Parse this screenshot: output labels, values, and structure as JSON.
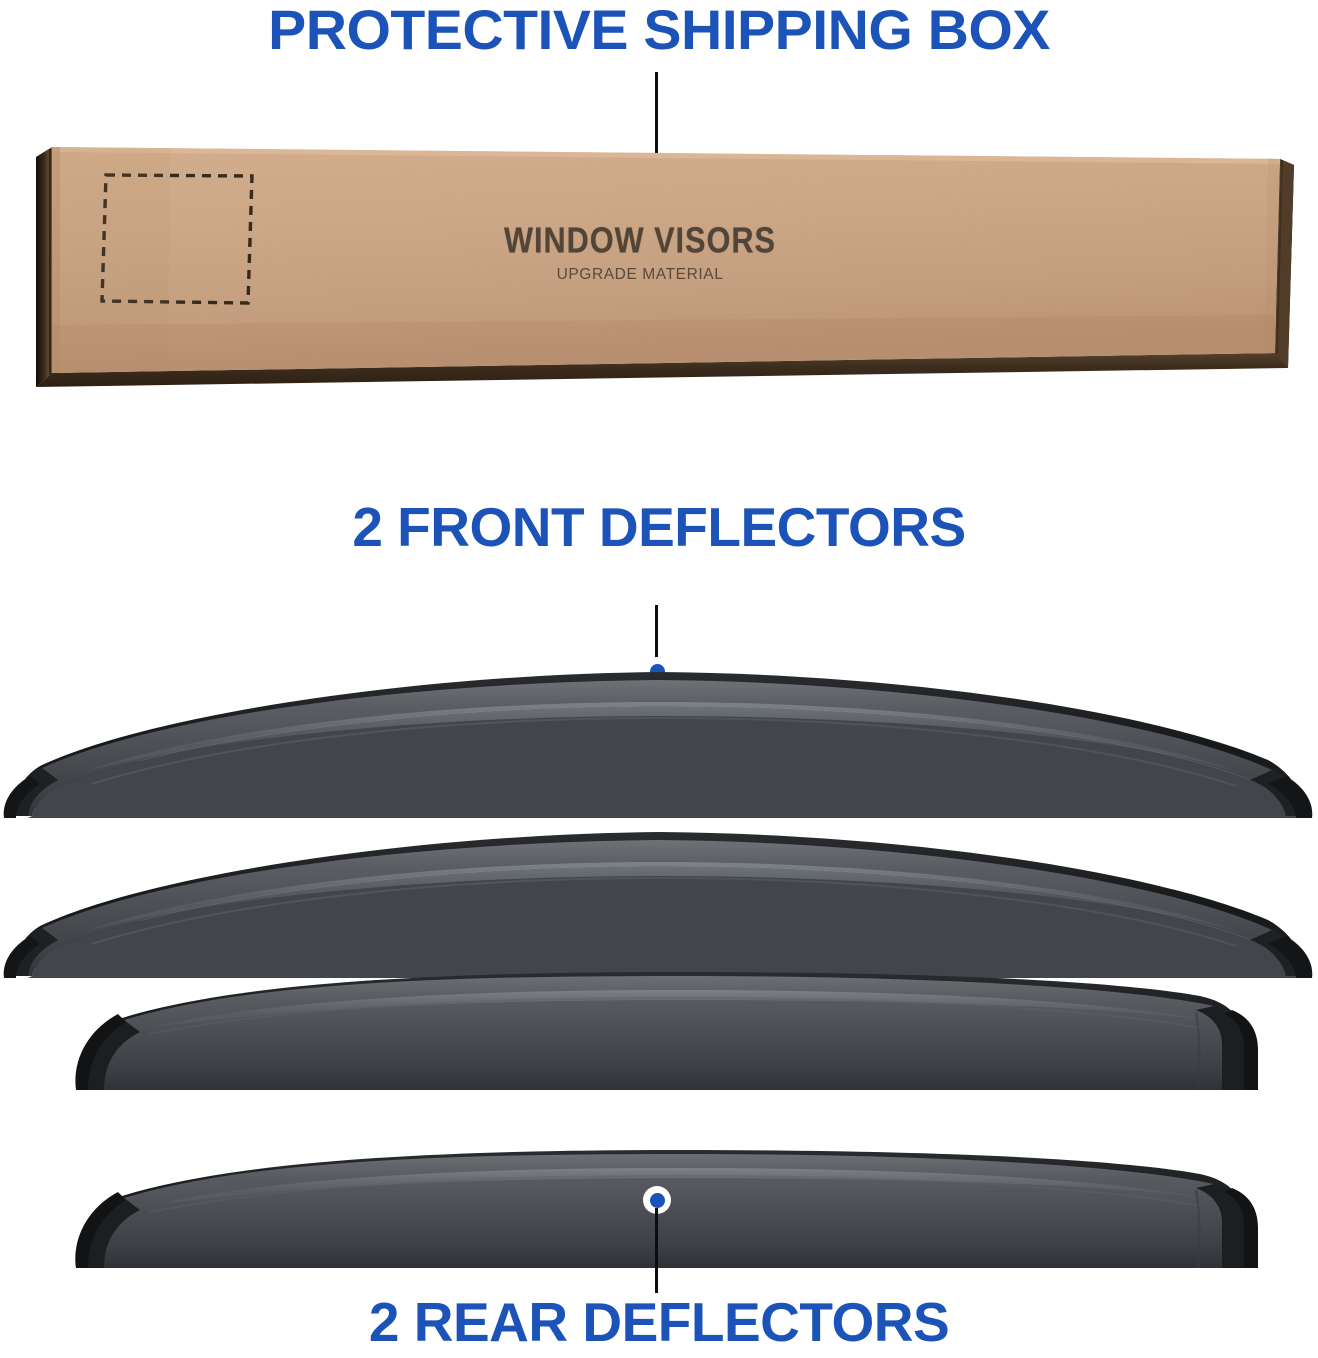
{
  "page": {
    "type": "product-infographic",
    "background_color": "#ffffff",
    "accent_color": "#1b53b8",
    "callout_dot_color": "#1b53b8",
    "callout_line_color": "#0d0d0d"
  },
  "headings": {
    "top": "PROTECTIVE SHIPPING BOX",
    "front": "2 FRONT DEFLECTORS",
    "rear": "2 REAR DEFLECTORS"
  },
  "shipping_box": {
    "label_main": "WINDOW VISORS",
    "label_sub": "UPGRADE MATERIAL",
    "material_color": "#c9a281",
    "top_face_color": "#cda786",
    "side_color": "#3e2d1e",
    "perforation_style": "dashed-square"
  },
  "deflectors": {
    "front_count": 2,
    "rear_count": 2,
    "body_color": "#4b4e51",
    "edge_color": "#1c1d1f",
    "front_shape": "long-curved-tapered-tip",
    "rear_shape": "short-flat-rounded-end"
  },
  "callouts": [
    {
      "name": "shipping-box",
      "target": "PROTECTIVE SHIPPING BOX"
    },
    {
      "name": "front-deflectors",
      "target": "2 FRONT DEFLECTORS"
    },
    {
      "name": "rear-deflectors",
      "target": "2 REAR DEFLECTORS"
    }
  ]
}
